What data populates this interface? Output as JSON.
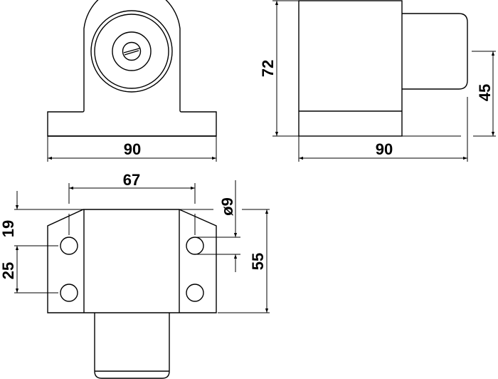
{
  "drawing": {
    "front_view": {
      "width_label": "90"
    },
    "side_view": {
      "height_label": "72",
      "knob_height_label": "45",
      "depth_label": "90"
    },
    "bottom_view": {
      "hole_spacing_label": "67",
      "top_to_hole_label": "19",
      "hole_to_hole_label": "25",
      "hole_diameter_label": "ø9",
      "plate_depth_label": "55"
    },
    "line_color": "#000000"
  }
}
